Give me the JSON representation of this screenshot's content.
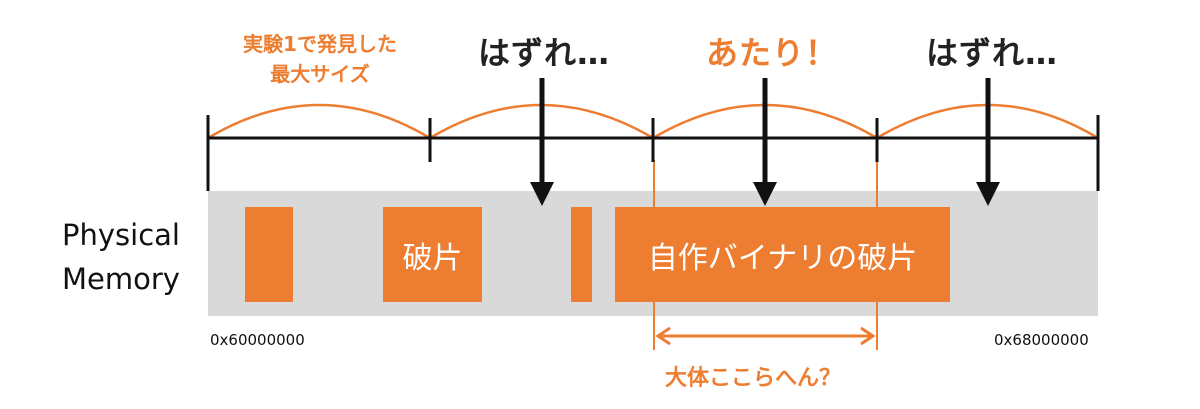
{
  "labels": {
    "experiment_max_line1": "実験1で発見した",
    "experiment_max_line2": "最大サイズ",
    "miss_1": "はずれ…",
    "hit": "あたり！",
    "miss_2": "はずれ…",
    "physical_memory_line1": "Physical",
    "physical_memory_line2": "Memory",
    "fragment": "破片",
    "binary_fragment": "自作バイナリの破片",
    "addr_start": "0x60000000",
    "addr_end": "0x68000000",
    "approx_here": "大体ここらへん？"
  },
  "colors": {
    "accent": "#ED7D31",
    "memory_bg": "#D9D9D9",
    "line": "#111111"
  }
}
